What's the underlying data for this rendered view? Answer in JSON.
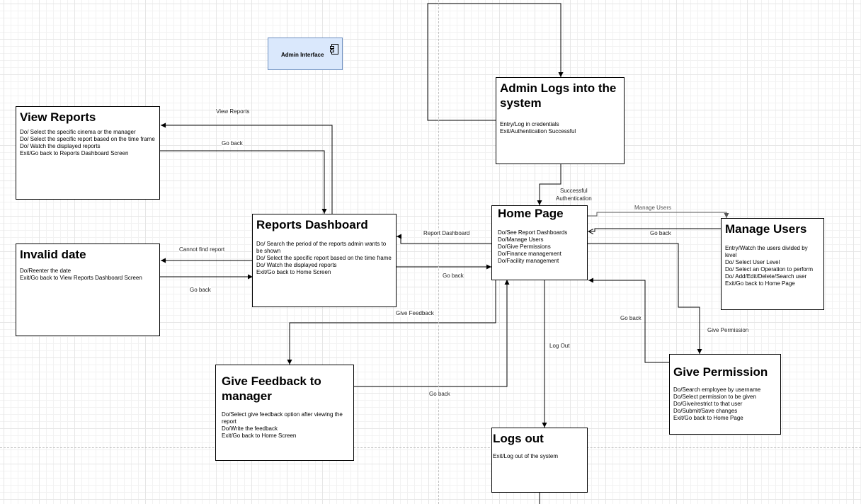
{
  "component": {
    "label": "Admin Interface",
    "icon": "component-icon"
  },
  "states": {
    "view_reports": {
      "title": "View Reports",
      "lines": [
        "Do/ Select the specific cinema or the manager",
        "Do/ Select the specific report based on the time frame",
        "Do/ Watch the displayed reports",
        "Exit/Go back to Reports Dashboard Screen"
      ]
    },
    "admin_logs": {
      "title": "Admin Logs into the system",
      "lines": [
        "Entry/Log in credentials",
        "Exit/Authentication Successful"
      ]
    },
    "reports_dashboard": {
      "title": "Reports Dashboard",
      "lines": [
        "Do/ Search the period of the reports admin wants to be shown",
        "Do/ Select the specific report based on the time frame",
        "Do/ Watch the displayed reports",
        "Exit/Go back to Home Screen"
      ]
    },
    "home_page": {
      "title": "Home Page",
      "lines": [
        "Do/See Report Dashboards",
        "Do/Manage Users",
        "Do/Give Permissions",
        "Do/Finance management",
        "Do/Facility management"
      ]
    },
    "manage_users": {
      "title": "Manage Users",
      "lines": [
        "Entry/Watch the users divided by level",
        "Do/ Select User Level",
        "Do/ Select an Operation to perform",
        "Do/ Add/Edit/Delete/Search user",
        "Exit/Go back to Home Page"
      ]
    },
    "invalid_date": {
      "title": "Invalid date",
      "lines": [
        "Do/Reenter the date",
        "Exit/Go back to View Reports Dashboard Screen"
      ]
    },
    "give_feedback": {
      "title": "Give Feedback to manager",
      "lines": [
        "Do/Select give feedback option after viewing the report",
        "Do/Write the feedback",
        "Exit/Go back to Home Screen"
      ]
    },
    "give_permission": {
      "title": "Give Permission",
      "lines": [
        "Do/Search employee by username",
        "Do/Select permission to be given",
        "Do/Give/restrict to that user",
        "Do/Submit/Save changes",
        "Exit/Go back to Home Page"
      ]
    },
    "logs_out": {
      "title": "Logs out",
      "lines": [
        "Exit/Log out of the system"
      ]
    }
  },
  "edge_labels": {
    "view_reports": "View Reports",
    "go_back_reports": "Go back",
    "successful_auth_1": "Successful",
    "successful_auth_2": "Authentication",
    "manage_users": "Manage Users",
    "go_back_manage": "Go back",
    "report_dashboard": "Report Dashboard",
    "cannot_find": "Cannot find report",
    "go_back_dashboard": "Go back",
    "go_back_invalid": "Go back",
    "give_feedback": "Give Feedback",
    "go_back_perm": "Go back",
    "give_permission": "Give Permission",
    "log_out": "Log Out",
    "go_back_feedback": "Go back"
  }
}
